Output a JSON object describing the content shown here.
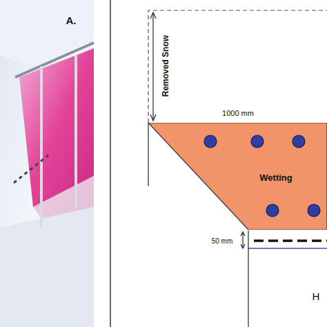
{
  "diagram": {
    "nodes": [
      {
        "text": [
          "Wetting"
        ]
      }
    ],
    "labels": [
      "A.",
      "Removed Snow",
      "1000 mm",
      "50 mm",
      "H"
    ]
  }
}
